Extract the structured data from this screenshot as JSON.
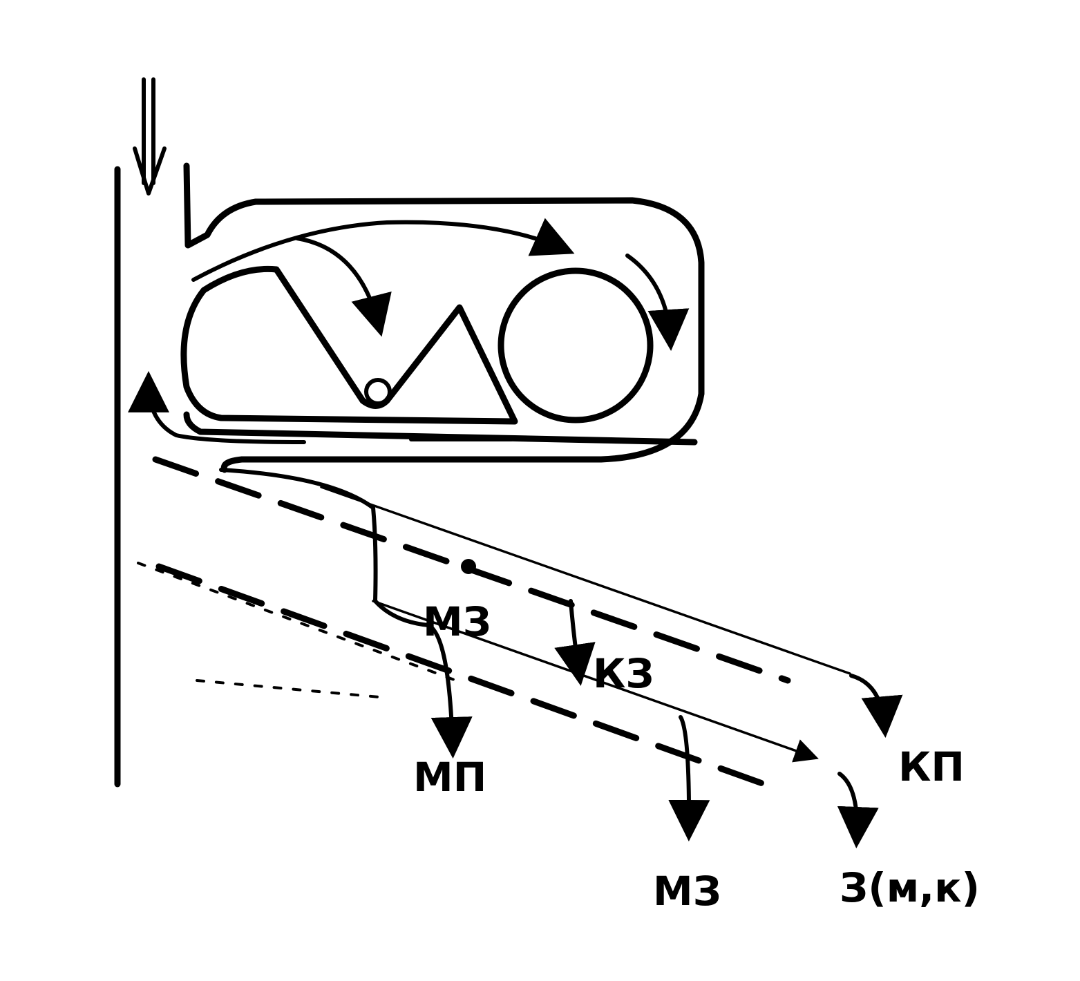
{
  "labels": {
    "mz_upper": "МЗ",
    "kz": "КЗ",
    "kp": "КП",
    "mp": "МП",
    "mz_lower": "МЗ",
    "z_mk": "З(м,к)"
  }
}
